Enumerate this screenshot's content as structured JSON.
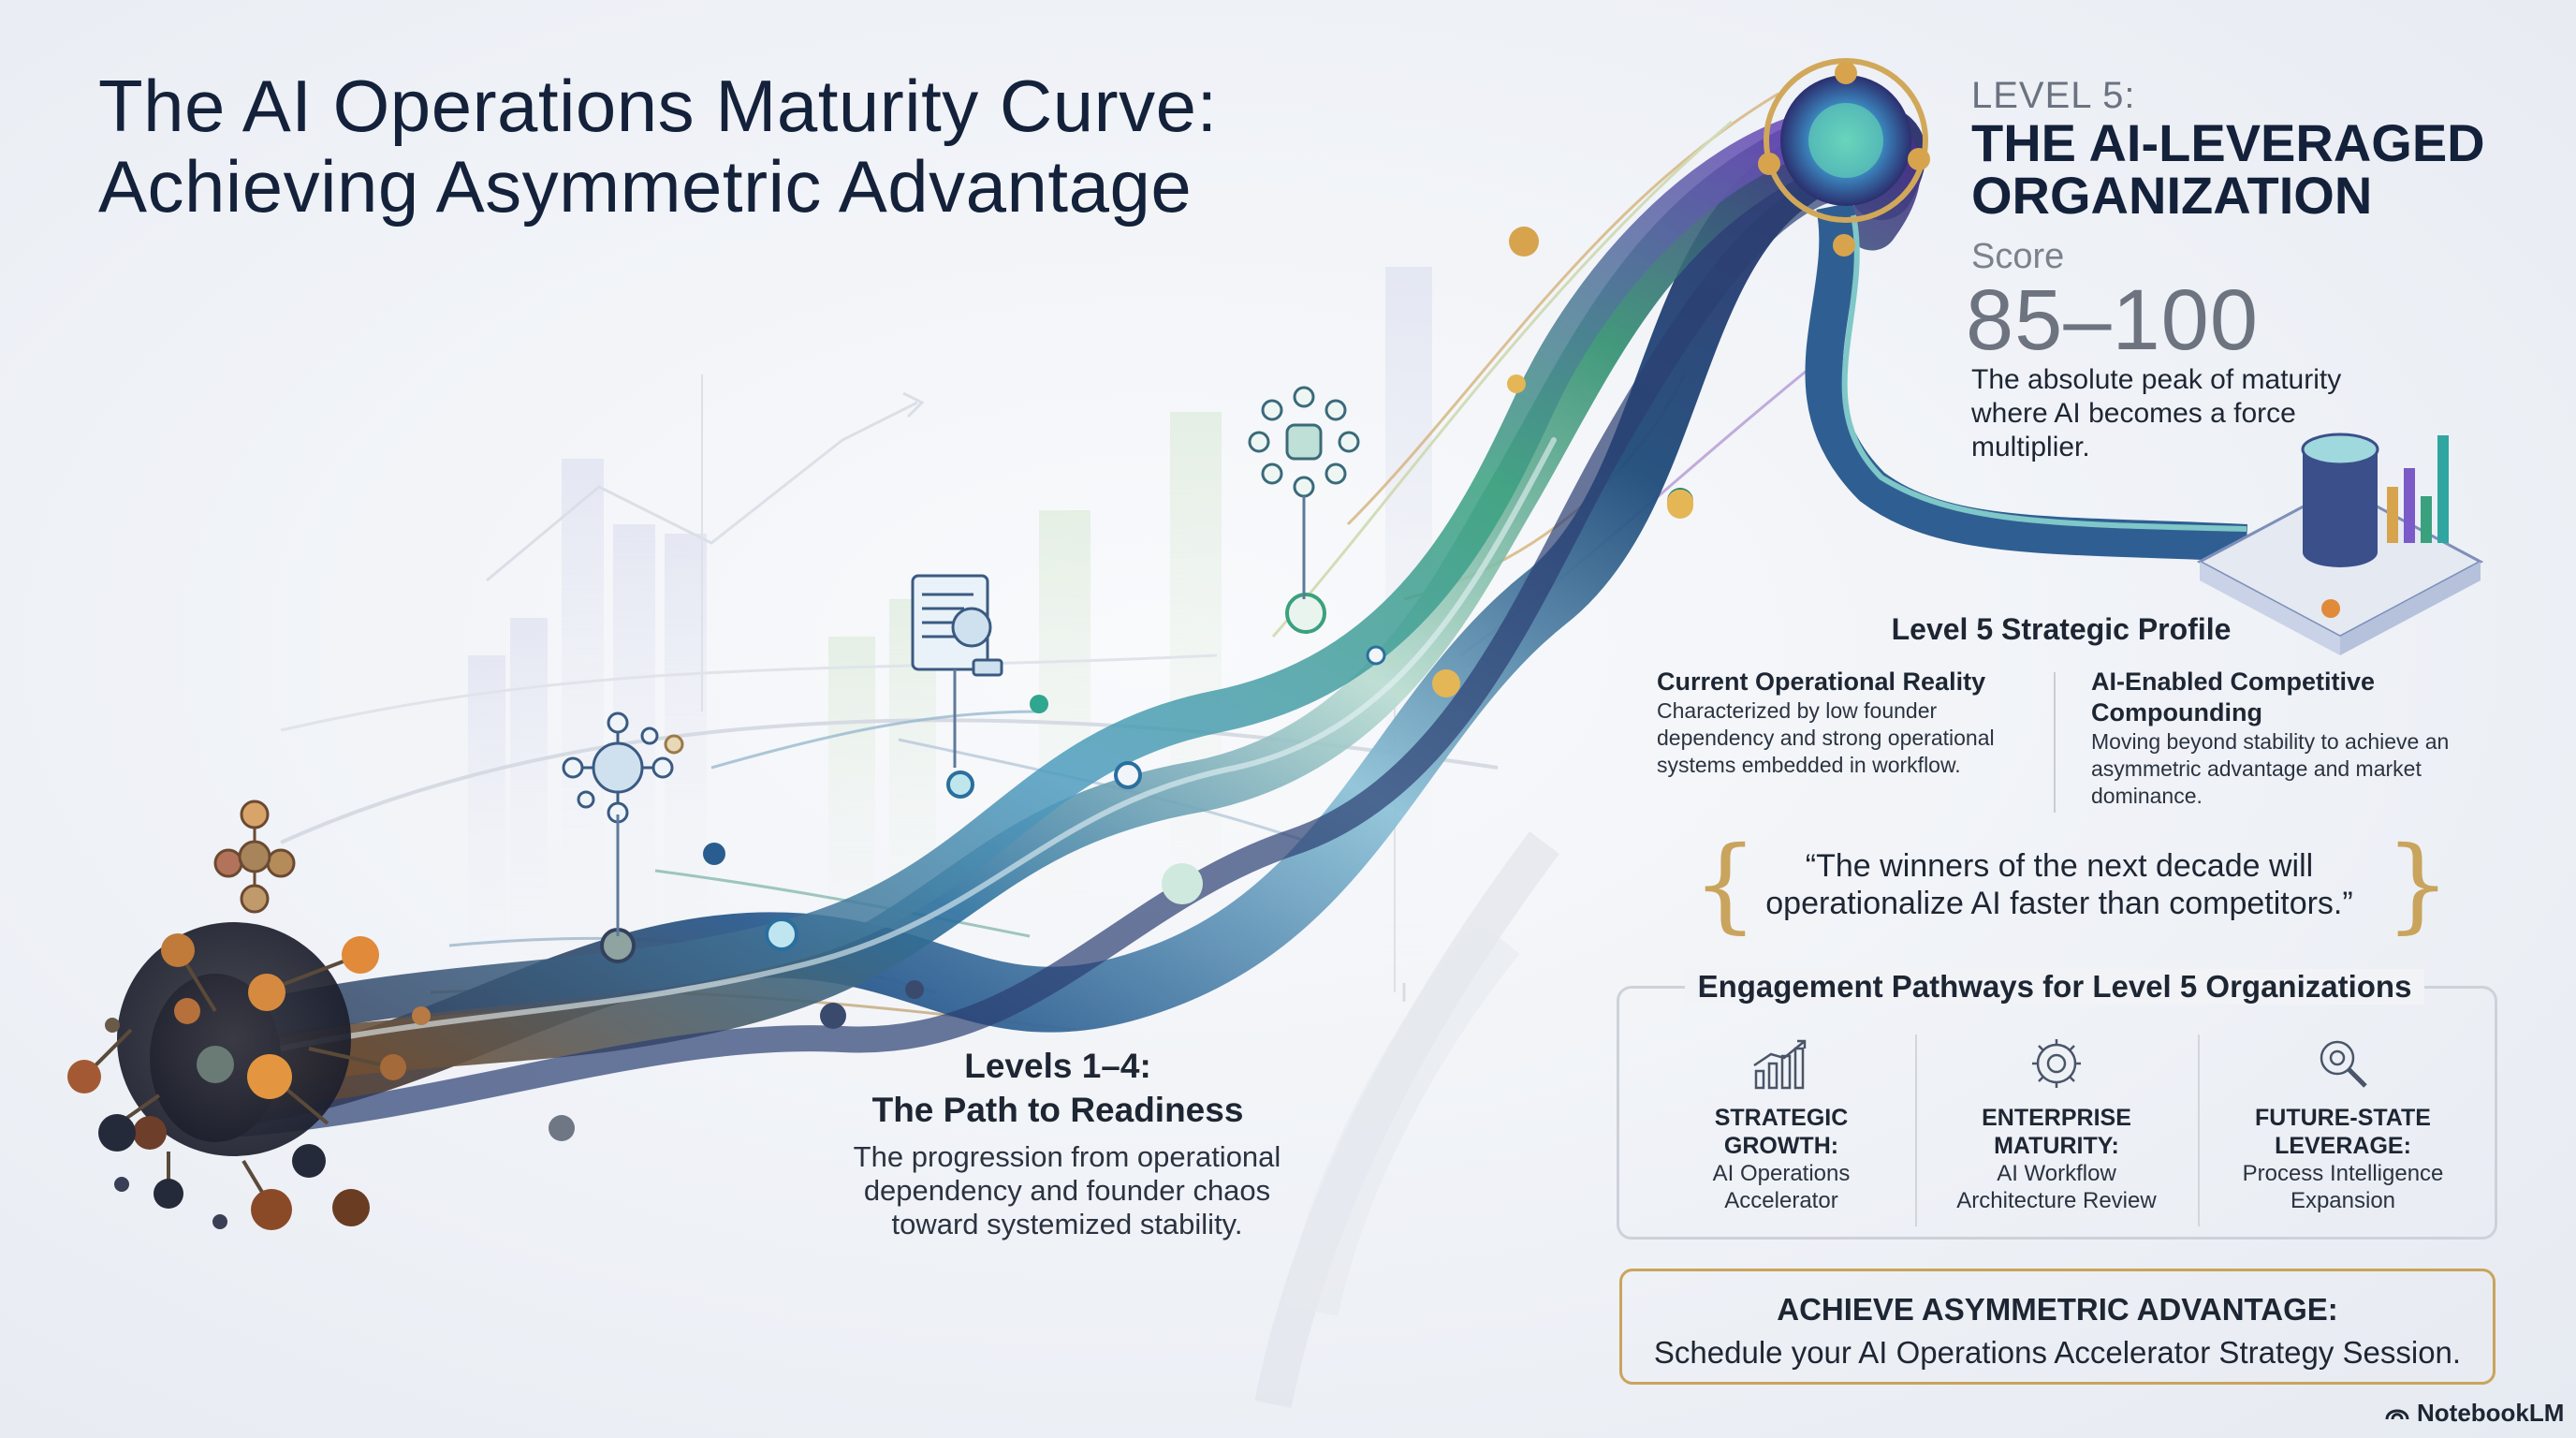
{
  "title": {
    "line1": "The AI Operations Maturity Curve:",
    "line2": "Achieving Asymmetric Advantage"
  },
  "level5": {
    "kicker": "LEVEL 5:",
    "heading_line1": "THE AI-LEVERAGED",
    "heading_line2": "ORGANIZATION",
    "score_label": "Score",
    "score_value": "85–100",
    "description": "The absolute peak of maturity where AI becomes a force multiplier."
  },
  "profile": {
    "title": "Level 5 Strategic Profile",
    "columns": [
      {
        "heading": "Current Operational Reality",
        "body": "Characterized by low founder dependency and strong operational systems embedded in workflow."
      },
      {
        "heading": "AI-Enabled Competitive Compounding",
        "body": "Moving beyond stability to achieve an asymmetric advantage and market dominance."
      }
    ]
  },
  "quote": {
    "line1": "“The winners of the next decade will",
    "line2": "operationalize AI faster than competitors.”"
  },
  "pathways": {
    "title": "Engagement Pathways for Level 5 Organizations",
    "items": [
      {
        "heading_line1": "STRATEGIC",
        "heading_line2": "GROWTH:",
        "body_line1": "AI Operations",
        "body_line2": "Accelerator",
        "icon": "growth-chart-icon"
      },
      {
        "heading_line1": "ENTERPRISE",
        "heading_line2": "MATURITY:",
        "body_line1": "AI Workflow",
        "body_line2": "Architecture Review",
        "icon": "gear-network-icon"
      },
      {
        "heading_line1": "FUTURE-STATE",
        "heading_line2": "LEVERAGE:",
        "body_line1": "Process Intelligence",
        "body_line2": "Expansion",
        "icon": "magnifier-icon"
      }
    ]
  },
  "cta": {
    "heading": "ACHIEVE ASYMMETRIC ADVANTAGE:",
    "body": "Schedule your AI Operations Accelerator Strategy Session."
  },
  "levels_1_4": {
    "heading_line1": "Levels 1–4:",
    "heading_line2": "The Path to Readiness",
    "desc_line1": "The progression from operational",
    "desc_line2": "dependency and founder chaos",
    "desc_line3": "toward systemized stability."
  },
  "brand": {
    "name": "NotebookLM",
    "icon": "notebooklm-logo-icon"
  },
  "colors": {
    "navy": "#14213a",
    "gold": "#c9a45c",
    "teal": "#2fa6a0",
    "purple": "#6a4fb3",
    "brown": "#8a5a2b",
    "orange": "#e08a3a"
  }
}
